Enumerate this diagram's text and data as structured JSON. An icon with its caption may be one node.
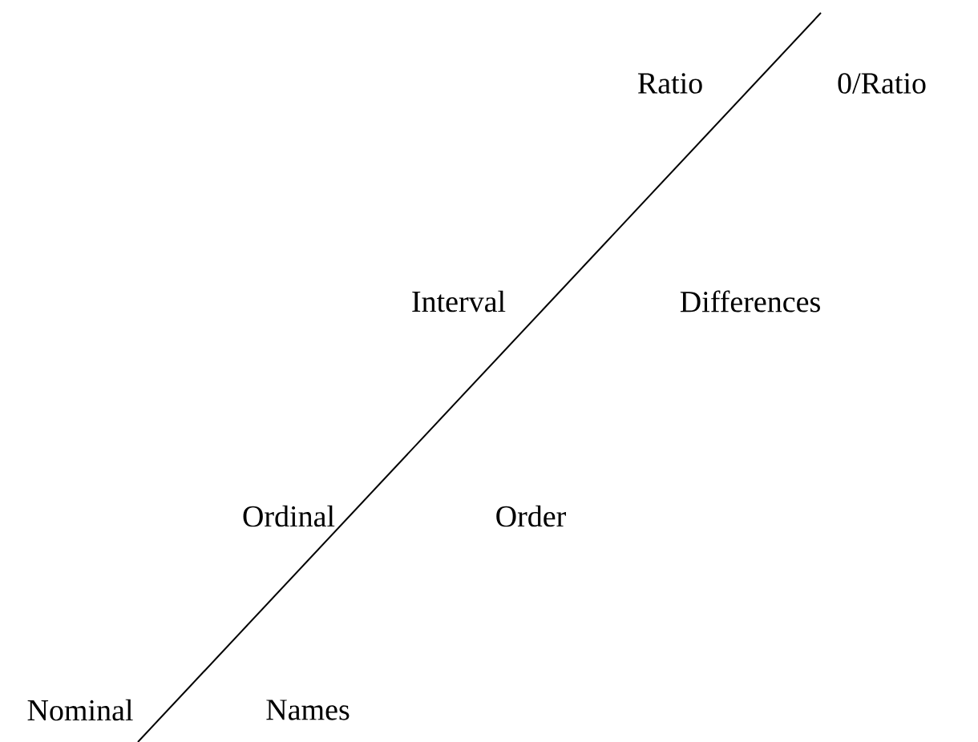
{
  "diagram": {
    "labels": [
      "Ratio",
      "0/Ratio",
      "Interval",
      "Differences",
      "Ordinal",
      "Order",
      "Nominal",
      "Names"
    ]
  }
}
